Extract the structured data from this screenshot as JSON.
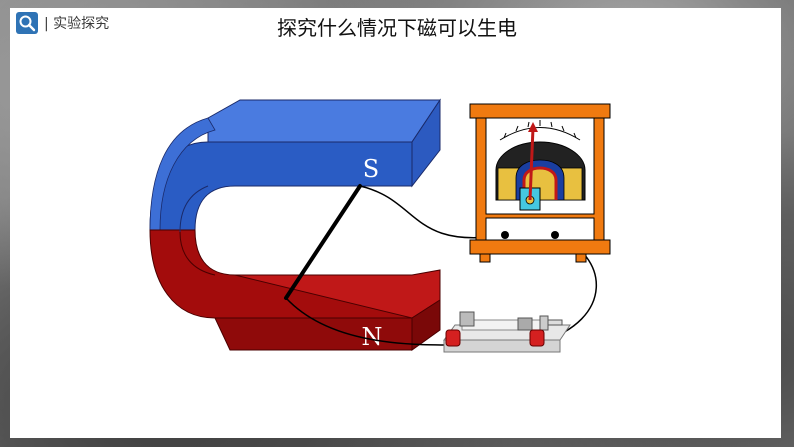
{
  "header": {
    "search_icon": "search-icon",
    "section_label": "| 实验探究",
    "title": "探究什么情况下磁可以生电"
  },
  "diagram": {
    "magnet_pole_top": "S",
    "magnet_pole_bottom": "N",
    "colors": {
      "magnet_north": "#a30c0c",
      "magnet_south": "#2a5cc4",
      "galvanometer_case": "#f07a10",
      "switch_terminal": "#d42020",
      "wire": "#000000"
    }
  }
}
